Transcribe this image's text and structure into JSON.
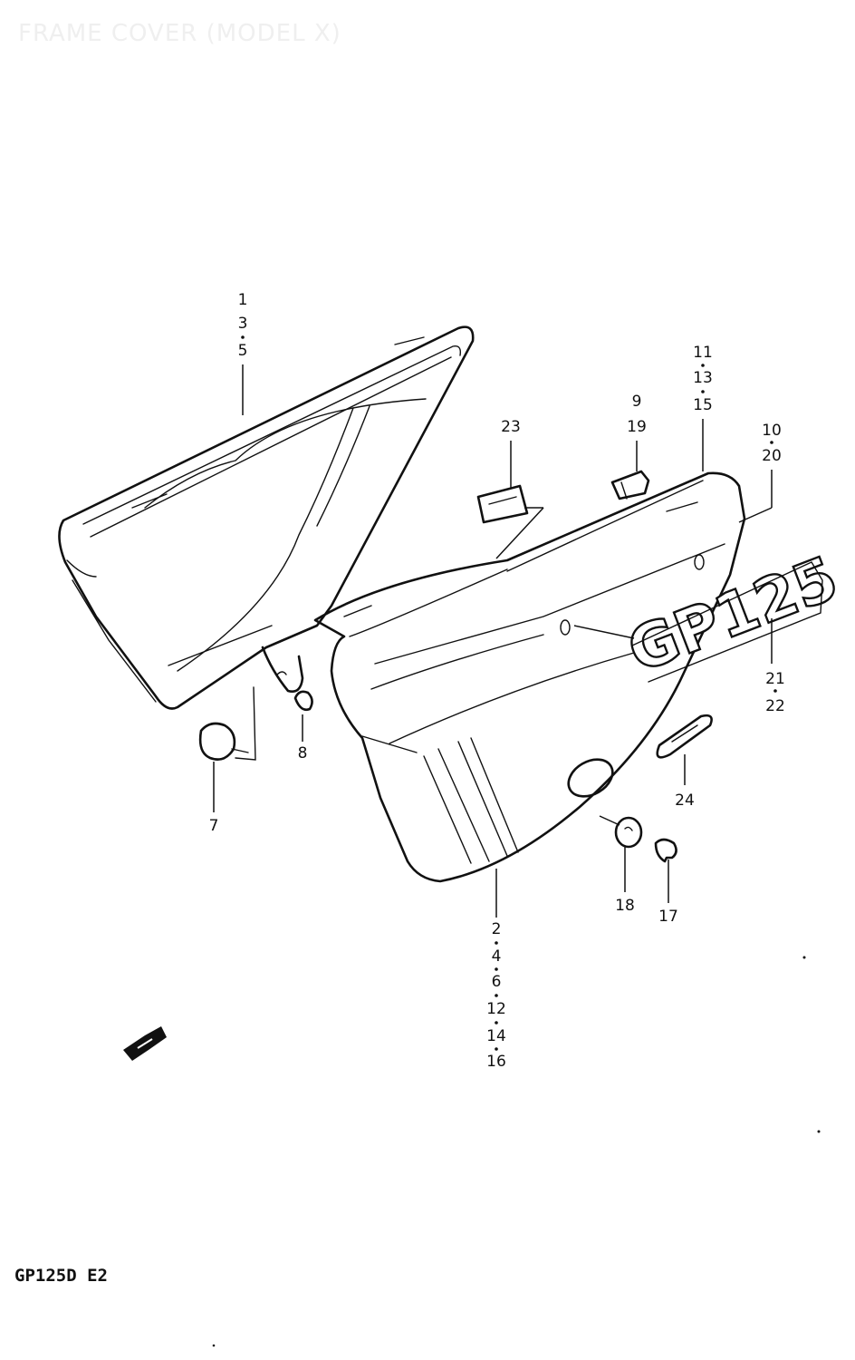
{
  "title": "FRAME COVER (MODEL X)",
  "footer": "GP125D E2",
  "logo_text": "GP125",
  "callouts": {
    "c1": [
      "1",
      "3",
      "5"
    ],
    "c2": [
      "2",
      "4",
      "6",
      "12",
      "14",
      "16"
    ],
    "c7": [
      "7"
    ],
    "c8": [
      "8"
    ],
    "c9": [
      "9",
      "19"
    ],
    "c10": [
      "10",
      "20"
    ],
    "c11": [
      "11",
      "13",
      "15"
    ],
    "c17": [
      "17"
    ],
    "c18": [
      "18"
    ],
    "c21": [
      "21",
      "22"
    ],
    "c23": [
      "23"
    ],
    "c24": [
      "24"
    ]
  }
}
